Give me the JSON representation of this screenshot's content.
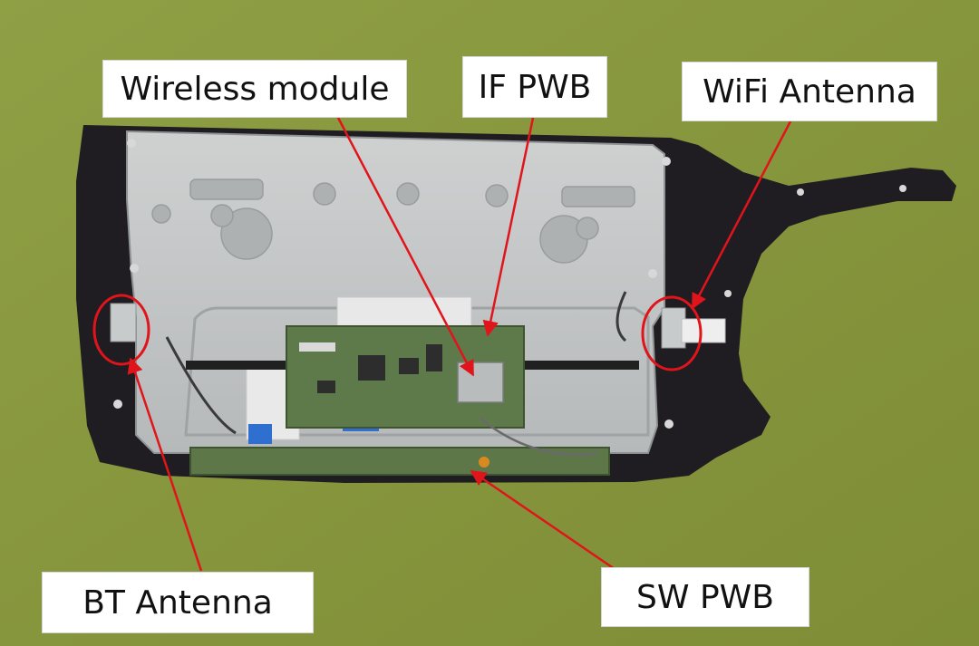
{
  "labels": {
    "wireless_module": "Wireless module",
    "if_pwb": "IF PWB",
    "wifi_antenna": "WiFi Antenna",
    "bt_antenna": "BT Antenna",
    "sw_pwb": "SW PWB"
  },
  "colors": {
    "background": "#8a9a3e",
    "bezel": "#1f1d22",
    "metal_plate": "#c3c6c6",
    "pcb": "#5f7a4a",
    "callout": "#e0141b"
  }
}
